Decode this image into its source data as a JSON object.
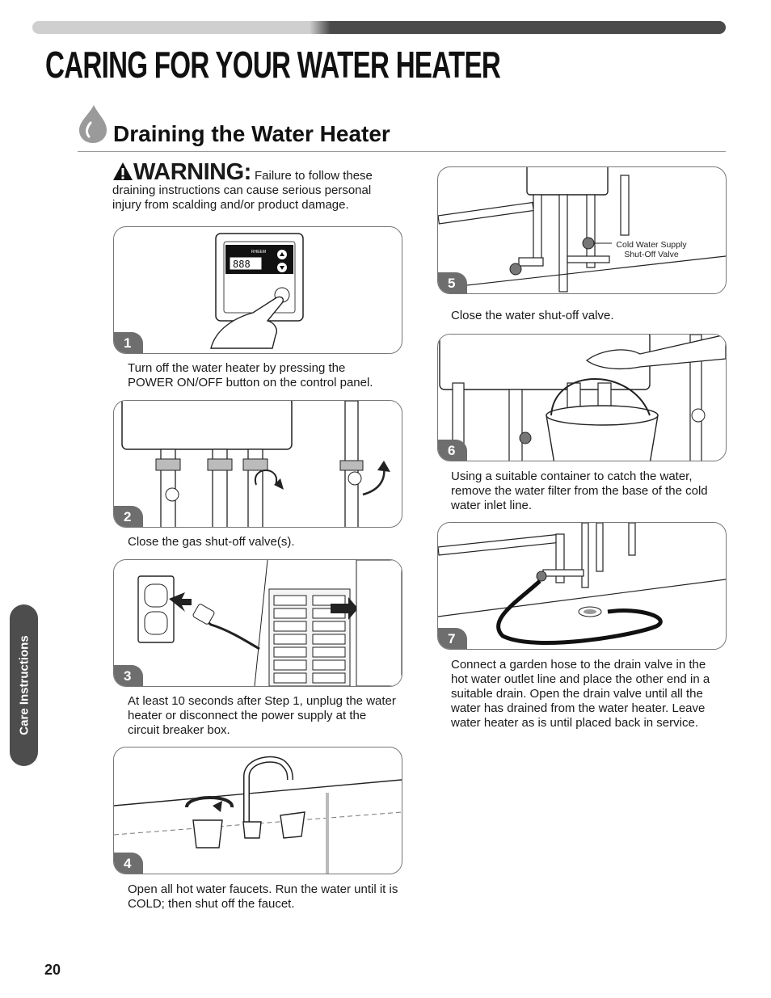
{
  "page_title": "CARING FOR YOUR WATER HEATER",
  "section_title": "Draining the Water Heater",
  "warning": {
    "label": "WARNING:",
    "text": " Failure to follow these draining instructions can cause serious personal injury from scalding and/or product damage."
  },
  "steps": [
    {
      "number": "1",
      "caption": "Turn off the water heater by pressing the POWER ON/OFF button on the control panel."
    },
    {
      "number": "2",
      "caption": "Close the gas shut-off valve(s)."
    },
    {
      "number": "3",
      "caption": "At least 10 seconds after Step 1, unplug the water heater or disconnect the power supply at the circuit breaker box."
    },
    {
      "number": "4",
      "caption": "Open all hot water faucets. Run the water until it is COLD; then shut off the faucet."
    },
    {
      "number": "5",
      "caption": "Close the water shut-off valve.",
      "callout": "Cold Water Supply Shut-Off Valve"
    },
    {
      "number": "6",
      "caption": "Using a suitable container to catch the water, remove the water filter from the base of the cold water inlet line."
    },
    {
      "number": "7",
      "caption": "Connect a garden hose to the drain valve in the hot water outlet line and place the other end in a suitable drain. Open the drain valve until all the water has drained from the water heater. Leave water heater as is until placed back in service."
    }
  ],
  "control_panel": {
    "display": "888",
    "brand": "RHEEM"
  },
  "side_tab": "Care Instructions",
  "page_number": "20",
  "colors": {
    "tab": "#4d4d4d",
    "badge": "#6e6e6e",
    "rule": "#9a9a9a"
  }
}
